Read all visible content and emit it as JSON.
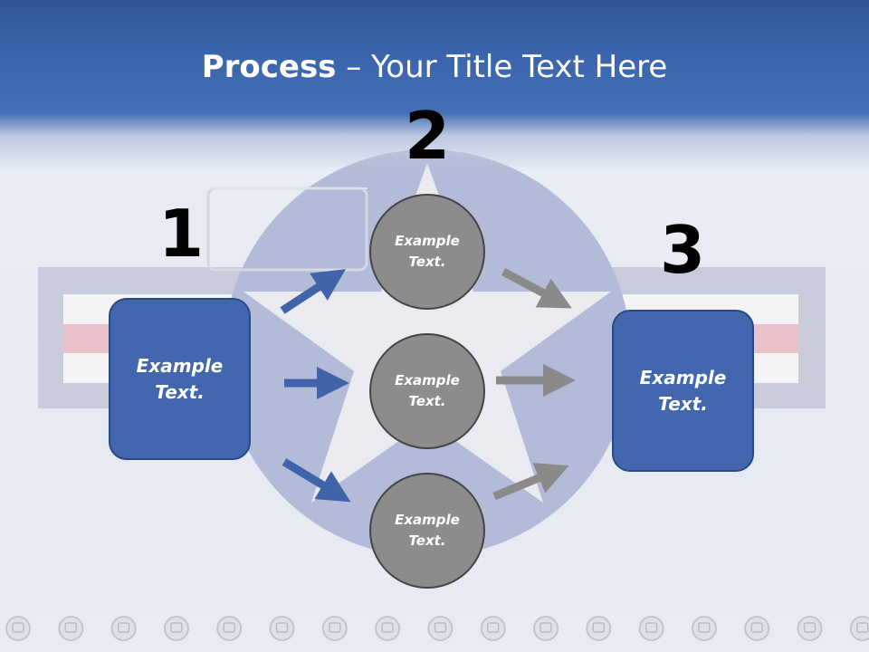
{
  "slide": {
    "title_bold": "Process",
    "title_rest": " – Your Title Text Here"
  },
  "diagram": {
    "steps": [
      {
        "number": "1",
        "label": "Example Text."
      },
      {
        "number": "2",
        "label": "Example Text."
      },
      {
        "number": "3",
        "label": "Example Text."
      }
    ],
    "middle_nodes": [
      {
        "label": "Example Text."
      },
      {
        "label": "Example Text."
      },
      {
        "label": "Example Text."
      }
    ]
  },
  "colors": {
    "header_blue": "#3a64ab",
    "box_blue": "#4267ae",
    "node_gray": "#8c8c8c",
    "arrow_blue": "#3f64a9",
    "arrow_gray": "#8a8a8a"
  }
}
